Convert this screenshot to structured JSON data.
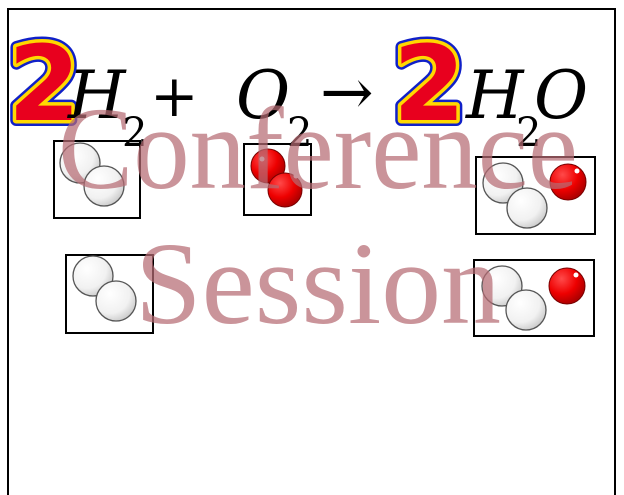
{
  "equation": {
    "coef_left": "2",
    "h_left": "H",
    "h_left_sub": "2",
    "plus": "+",
    "o_left": "O",
    "o_left_sub": "2",
    "arrow": "→",
    "coef_right": "2",
    "h_right": "H",
    "h_right_sub": "2",
    "o_right": "O"
  },
  "watermark": {
    "line1": "Conference",
    "line2": "Session"
  },
  "colors": {
    "hydrogen_atom": "#f4f4f4",
    "oxygen_atom": "#ee0000",
    "coef_fill": "#e8001e",
    "coef_outline_blue": "#1020c8",
    "coef_outline_yellow": "#ffd800",
    "watermark": "#b56b73"
  },
  "molecules": {
    "reactants": [
      "H2",
      "H2",
      "O2"
    ],
    "products": [
      "H2O",
      "H2O"
    ]
  }
}
